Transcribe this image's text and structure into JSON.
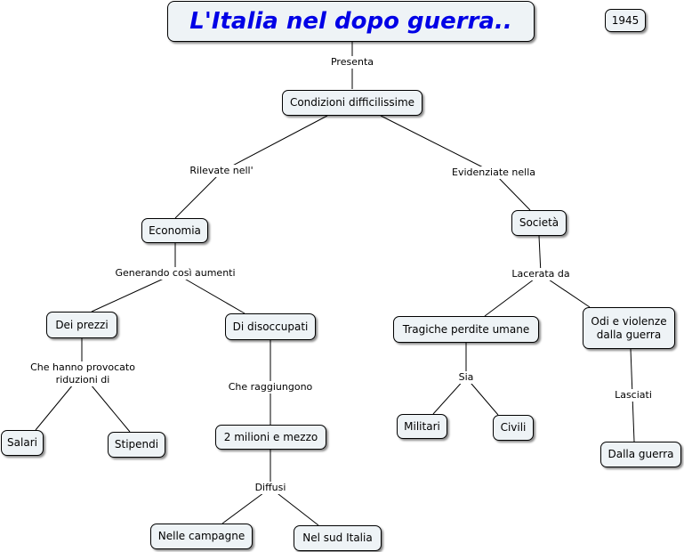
{
  "title": "L'Italia nel dopo guerra..",
  "year": "1945",
  "nodes": {
    "condizioni": "Condizioni difficilissime",
    "economia": "Economia",
    "societa": "Società",
    "prezzi": "Dei prezzi",
    "disoccupati": "Di disoccupati",
    "perdite": "Tragiche perdite umane",
    "odi": "Odi e violenze\ndalla guerra",
    "salari": "Salari",
    "stipendi": "Stipendi",
    "milioni": "2 milioni e mezzo",
    "militari": "Militari",
    "civili": "Civili",
    "dalla_guerra": "Dalla guerra",
    "campagne": "Nelle campagne",
    "sud": "Nel sud Italia"
  },
  "links": {
    "presenta": "Presenta",
    "rilevate": "Rilevate nell'",
    "evidenziate": "Evidenziate nella",
    "generando": "Generando così aumenti",
    "lacerata": "Lacerata da",
    "provocato": "Che hanno provocato\nriduzioni di",
    "raggiungono": "Che raggiungono",
    "sia": "Sia",
    "lasciati": "Lasciati",
    "diffusi": "Diffusi"
  }
}
